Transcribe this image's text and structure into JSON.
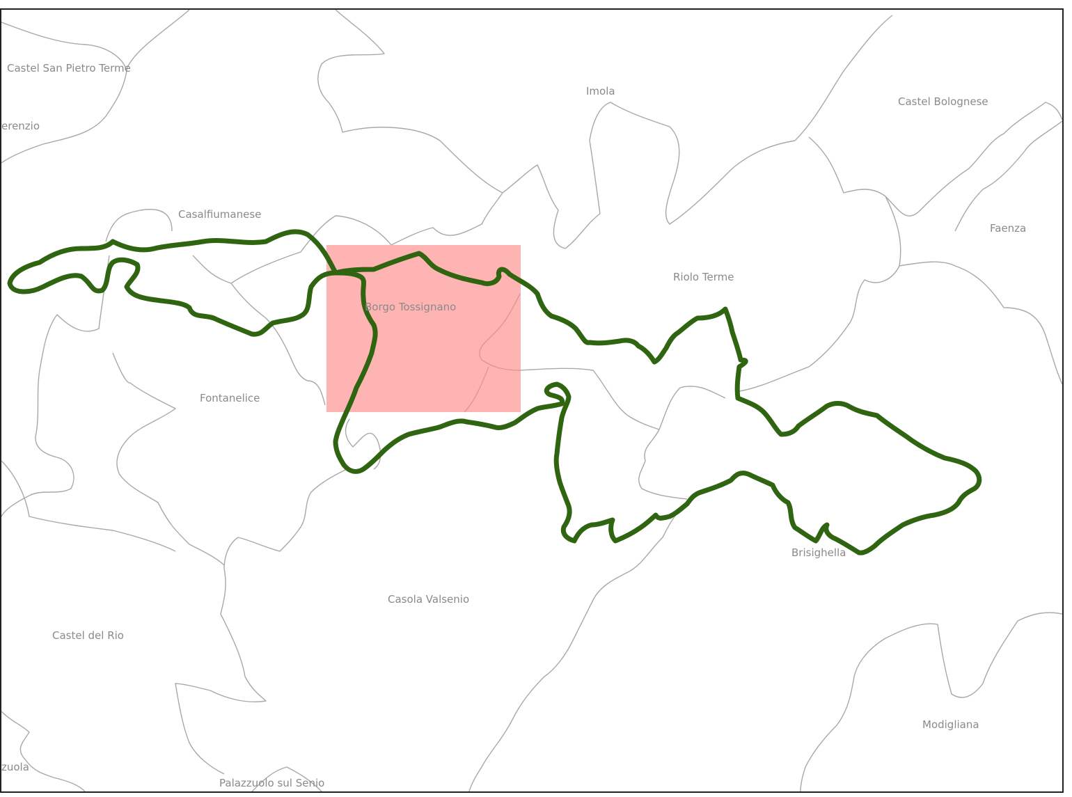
{
  "map": {
    "route_color": "#2f6410",
    "highlight_color": "#ff8c8c",
    "boundary_color": "#a8a8a8",
    "labels": {
      "castel_san_pietro_terme": "Castel San Pietro Terme",
      "san_lorenzo_partial": "erenzio",
      "imola": "Imola",
      "castel_bolognese": "Castel Bolognese",
      "casalfiumanese": "Casalfiumanese",
      "faenza": "Faenza",
      "riolo_terme": "Riolo Terme",
      "borgo_tossignano": "Borgo Tossignano",
      "fontanelice": "Fontanelice",
      "brisighella": "Brisighella",
      "casola_valsenio": "Casola Valsenio",
      "castel_del_rio": "Castel del Rio",
      "modigliana": "Modigliana",
      "firenzuola_partial": "zuola",
      "palazzuolo_sul_senio": "Palazzuolo sul Senio"
    }
  }
}
